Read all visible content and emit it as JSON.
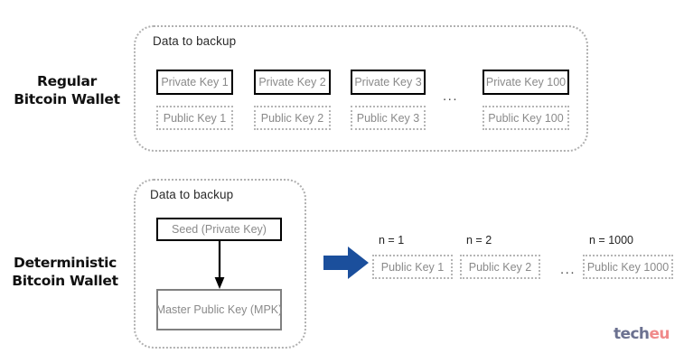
{
  "diagram": {
    "title": "Bitcoin wallet backup comparison",
    "colors": {
      "arrow_blue": "#1b4f9c",
      "private_border": "#000000",
      "public_border": "#b5b5b5",
      "mpk_border": "#808080",
      "container_border": "#b0b0b0",
      "key_text": "#8a8a8a"
    }
  },
  "rows": {
    "regular": {
      "label_line1": "Regular",
      "label_line2": "Bitcoin Wallet",
      "backup_title": "Data to backup",
      "private_keys": [
        "Private Key 1",
        "Private Key 2",
        "Private Key 3",
        "Private Key 100"
      ],
      "public_keys": [
        "Public Key 1",
        "Public Key 2",
        "Public Key 3",
        "Public Key 100"
      ],
      "ellipsis": "..."
    },
    "deterministic": {
      "label_line1": "Deterministic",
      "label_line2": "Bitcoin Wallet",
      "backup_title": "Data to backup",
      "seed": "Seed (Private Key)",
      "mpk": "Master Public Key (MPK)",
      "derived": {
        "n_labels": [
          "n = 1",
          "n = 2",
          "n = 1000"
        ],
        "public_keys": [
          "Public Key 1",
          "Public Key 2",
          "Public Key 1000"
        ],
        "ellipsis": "..."
      }
    }
  },
  "logo": {
    "part1": "tech",
    "part2": "eu"
  }
}
